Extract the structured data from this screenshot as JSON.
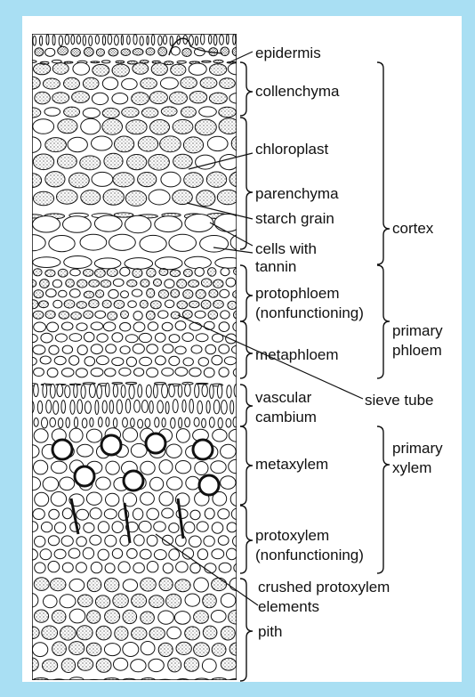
{
  "colors": {
    "background": "#a9dff3",
    "panel": "#ffffff",
    "ink": "#111111"
  },
  "labels": {
    "epidermis": "epidermis",
    "collenchyma": "collenchyma",
    "chloroplast": "chloroplast",
    "parenchyma": "parenchyma",
    "starch_grain": "starch grain",
    "cells_with_tannin": [
      "cells with",
      "tannin"
    ],
    "protophloem": [
      "protophloem",
      "(nonfunctioning)"
    ],
    "metaphloem": "metaphloem",
    "vascular_cambium": [
      "vascular",
      "cambium"
    ],
    "metaxylem": "metaxylem",
    "protoxylem": [
      "protoxylem",
      "(nonfunctioning)"
    ],
    "crushed_protoxylem": [
      "crushed protoxylem",
      "elements"
    ],
    "pith": "pith",
    "sieve_tube": "sieve tube",
    "cortex": "cortex",
    "primary_phloem": [
      "primary",
      "phloem"
    ],
    "primary_xylem": [
      "primary",
      "xylem"
    ]
  }
}
